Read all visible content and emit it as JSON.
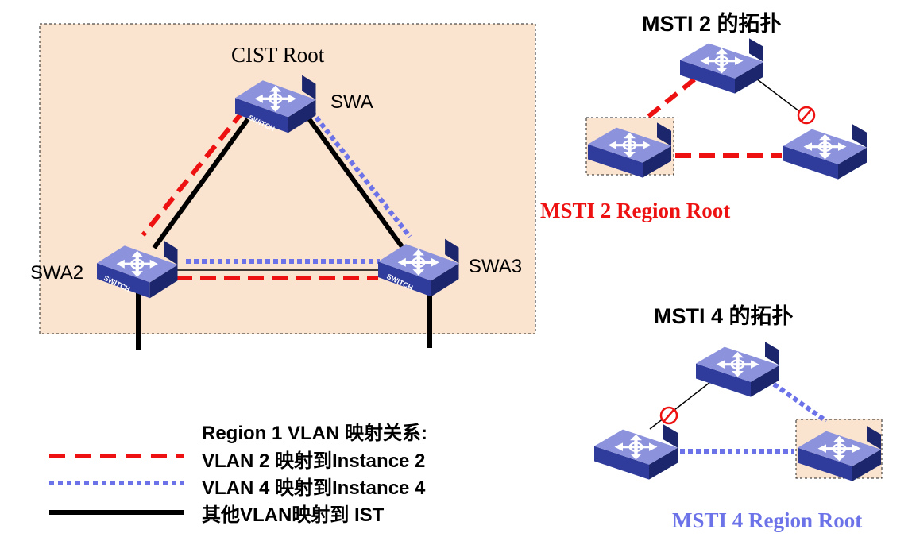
{
  "colors": {
    "region_fill": "#fbe4cf",
    "vlan2": "#ee1111",
    "vlan4": "#6c72e8",
    "ist": "#000000",
    "switch_top": "#8c93dc",
    "switch_front": "#2f3c9c",
    "switch_side": "#1c266c",
    "msti2_root_text": "#ee1111",
    "msti4_root_text": "#6c72e8"
  },
  "main": {
    "cist_root_label": "CIST Root",
    "nodes": [
      {
        "id": "swa",
        "label": "SWA",
        "device_text": "SWITCH",
        "icon": "network-switch-icon"
      },
      {
        "id": "swa2",
        "label": "SWA2",
        "device_text": "SWITCH",
        "icon": "network-switch-icon"
      },
      {
        "id": "swa3",
        "label": "SWA3",
        "device_text": "SWITCH",
        "icon": "network-switch-icon"
      }
    ]
  },
  "msti2": {
    "title": "MSTI 2 的拓扑",
    "region_root_label": "MSTI 2 Region Root",
    "blocked_icon": "blocked-port-icon"
  },
  "msti4": {
    "title": "MSTI 4 的拓扑",
    "region_root_label": "MSTI 4 Region Root",
    "blocked_icon": "blocked-port-icon"
  },
  "legend": {
    "heading": "Region 1 VLAN 映射关系:",
    "items": [
      {
        "label": "VLAN 2 映射到Instance 2",
        "style": "red-dashed"
      },
      {
        "label": "VLAN 4 映射到Instance 4",
        "style": "blue-dotted"
      },
      {
        "label": "其他VLAN映射到 IST",
        "style": "black-solid"
      }
    ]
  }
}
